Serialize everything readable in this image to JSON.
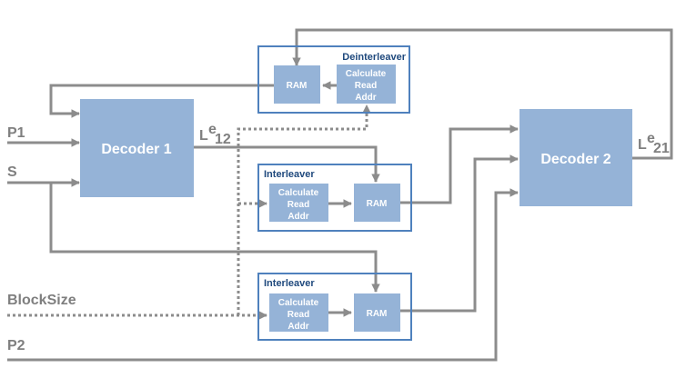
{
  "signals": {
    "p1": "P1",
    "s": "S",
    "blocksize": "BlockSize",
    "p2": "P2",
    "le12": {
      "base": "L",
      "sup": "e",
      "sub": "12"
    },
    "le21": {
      "base": "L",
      "sup": "e",
      "sub": "21"
    }
  },
  "blocks": {
    "decoder1": "Decoder 1",
    "decoder2": "Decoder 2"
  },
  "deinterleaver": {
    "title": "Deinterleaver",
    "ram": "RAM",
    "calc": [
      "Calculate",
      "Read",
      "Addr"
    ]
  },
  "interleaver1": {
    "title": "Interleaver",
    "ram": "RAM",
    "calc": [
      "Calculate",
      "Read",
      "Addr"
    ]
  },
  "interleaver2": {
    "title": "Interleaver",
    "ram": "RAM",
    "calc": [
      "Calculate",
      "Read",
      "Addr"
    ]
  },
  "colors": {
    "block_fill": "#95b3d7",
    "group_border": "#4f81bd",
    "group_title": "#1f497d",
    "wire": "#8c8c8c",
    "signal_label": "#7f7f7f"
  }
}
